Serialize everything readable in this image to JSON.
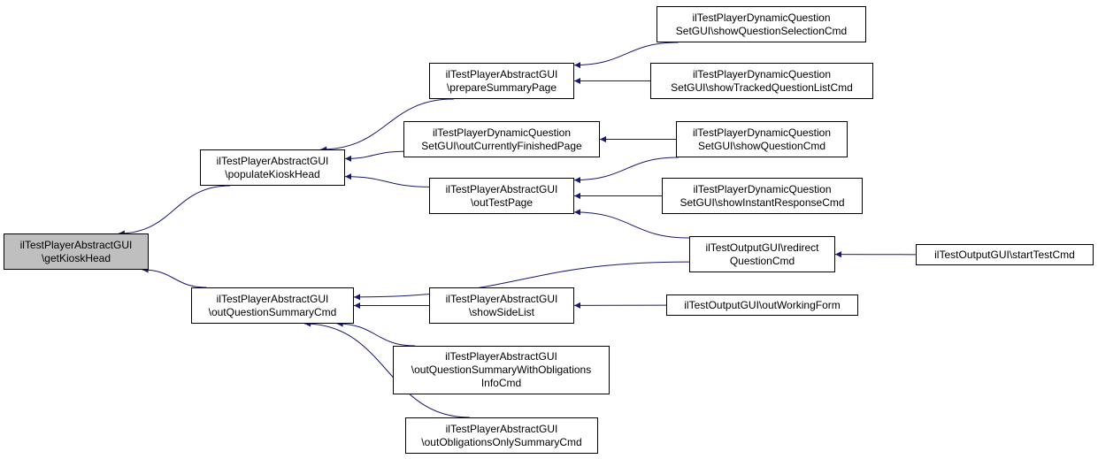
{
  "colors": {
    "edge": "#191970",
    "root_fill": "#bfbfbf",
    "node_fill": "#ffffff",
    "border": "#000000"
  },
  "nodes": {
    "n0": {
      "lines": [
        "ilTestPlayerAbstractGUI",
        "\\getKioskHead"
      ]
    },
    "n1": {
      "lines": [
        "ilTestPlayerAbstractGUI",
        "\\populateKioskHead"
      ]
    },
    "n2": {
      "lines": [
        "ilTestPlayerAbstractGUI",
        "\\outQuestionSummaryCmd"
      ]
    },
    "n3": {
      "lines": [
        "ilTestPlayerAbstractGUI",
        "\\prepareSummaryPage"
      ]
    },
    "n4": {
      "lines": [
        "ilTestPlayerDynamicQuestion",
        "SetGUI\\outCurrentlyFinishedPage"
      ]
    },
    "n5": {
      "lines": [
        "ilTestPlayerAbstractGUI",
        "\\outTestPage"
      ]
    },
    "n6": {
      "lines": [
        "ilTestPlayerDynamicQuestion",
        "SetGUI\\showQuestionSelectionCmd"
      ]
    },
    "n7": {
      "lines": [
        "ilTestPlayerDynamicQuestion",
        "SetGUI\\showTrackedQuestionListCmd"
      ]
    },
    "n8": {
      "lines": [
        "ilTestPlayerDynamicQuestion",
        "SetGUI\\showQuestionCmd"
      ]
    },
    "n9": {
      "lines": [
        "ilTestPlayerDynamicQuestion",
        "SetGUI\\showInstantResponseCmd"
      ]
    },
    "n10": {
      "lines": [
        "ilTestOutputGUI\\redirect",
        "QuestionCmd"
      ]
    },
    "n11": {
      "lines": [
        "ilTestPlayerAbstractGUI",
        "\\showSideList"
      ]
    },
    "n12": {
      "lines": [
        "ilTestPlayerAbstractGUI",
        "\\outQuestionSummaryWithObligations",
        "InfoCmd"
      ]
    },
    "n13": {
      "lines": [
        "ilTestPlayerAbstractGUI",
        "\\outObligationsOnlySummaryCmd"
      ]
    },
    "n14": {
      "lines": [
        "ilTestOutputGUI\\startTestCmd"
      ]
    },
    "n15": {
      "lines": [
        "ilTestOutputGUI\\outWorkingForm"
      ]
    }
  },
  "edges": [
    {
      "from": "n1",
      "to": "n0"
    },
    {
      "from": "n2",
      "to": "n0"
    },
    {
      "from": "n3",
      "to": "n1"
    },
    {
      "from": "n4",
      "to": "n1"
    },
    {
      "from": "n5",
      "to": "n1"
    },
    {
      "from": "n6",
      "to": "n3"
    },
    {
      "from": "n7",
      "to": "n3"
    },
    {
      "from": "n8",
      "to": "n4"
    },
    {
      "from": "n8",
      "to": "n5"
    },
    {
      "from": "n9",
      "to": "n5"
    },
    {
      "from": "n10",
      "to": "n5"
    },
    {
      "from": "n10",
      "to": "n2"
    },
    {
      "from": "n11",
      "to": "n2"
    },
    {
      "from": "n12",
      "to": "n2"
    },
    {
      "from": "n13",
      "to": "n2"
    },
    {
      "from": "n14",
      "to": "n10"
    },
    {
      "from": "n15",
      "to": "n11"
    }
  ]
}
